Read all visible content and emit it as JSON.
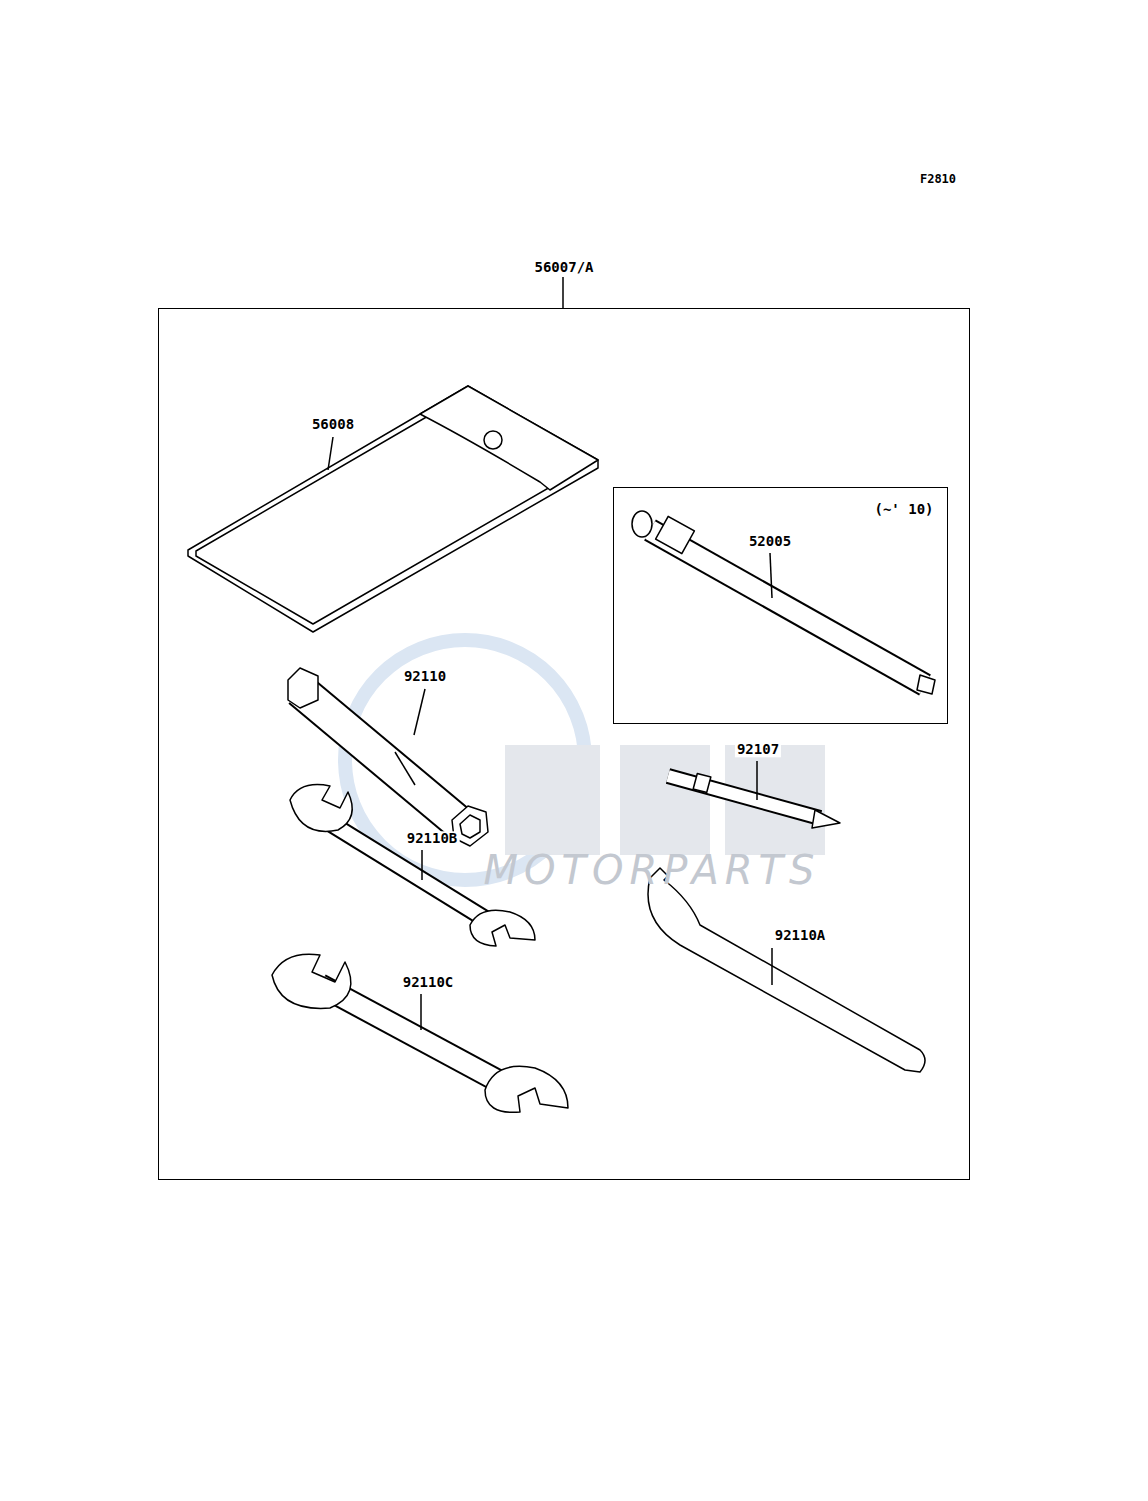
{
  "diagram": {
    "nodes": [
      {
        "text": [
          "56007/A"
        ]
      },
      {
        "text": [
          "(~' 10)",
          "52005"
        ],
        "in": 0
      }
    ],
    "labels": [
      "F2810",
      "56008",
      "92110",
      "92110B",
      "92107",
      "92110C",
      "92110A",
      "MOTORPARTS"
    ]
  }
}
